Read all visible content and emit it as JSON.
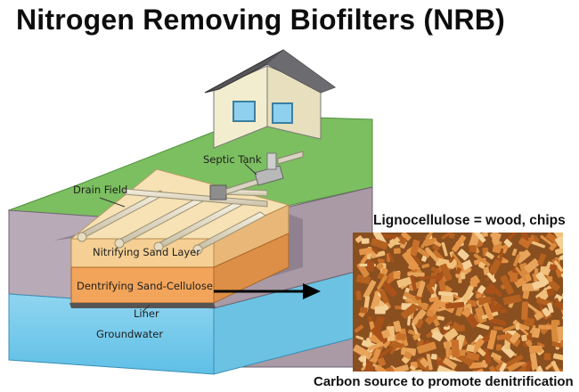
{
  "title": "Nitrogen Removing Biofilters (NRB)",
  "diagram": {
    "labels": {
      "septic_tank": "Septic Tank",
      "drain_field": "Drain Field",
      "nitrifying_layer": "Nitrifying Sand Layer",
      "denitrifying_layer": "Dentrifying Sand-Cellulose",
      "liner": "Liner",
      "groundwater": "Groundwater"
    }
  },
  "photo": {
    "caption_top": "Lignocellulose = wood, chips",
    "caption_bottom": "Carbon source to promote denitrification",
    "subject": "wood chips"
  }
}
